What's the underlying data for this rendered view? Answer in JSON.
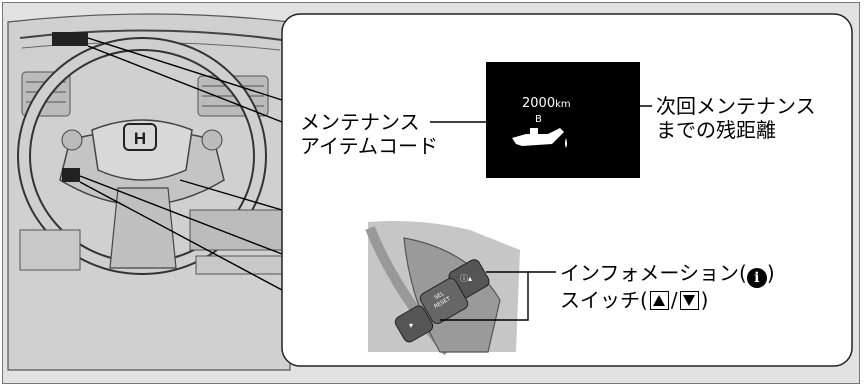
{
  "display": {
    "distance_value": "2000",
    "distance_unit": "km",
    "item_code": "B",
    "icon": "oil-can-icon"
  },
  "labels": {
    "maintenance_item_code_line1": "メンテナンス",
    "maintenance_item_code_line2": "アイテムコード",
    "remaining_distance_line1": "次回メンテナンス",
    "remaining_distance_line2": "までの残距離",
    "info_switch_line1": "インフォメーション(",
    "info_switch_line1_end": ")",
    "info_switch_line2_start": "スイッチ(",
    "info_switch_line2_sep": "/",
    "info_switch_line2_end": ")"
  },
  "switch": {
    "button_top_label": "SEL RESET",
    "top_symbol": "ⓘ▲",
    "bottom_symbol": "▼"
  },
  "icons": {
    "info": "i",
    "up": "up-triangle-icon",
    "down": "down-triangle-icon"
  }
}
